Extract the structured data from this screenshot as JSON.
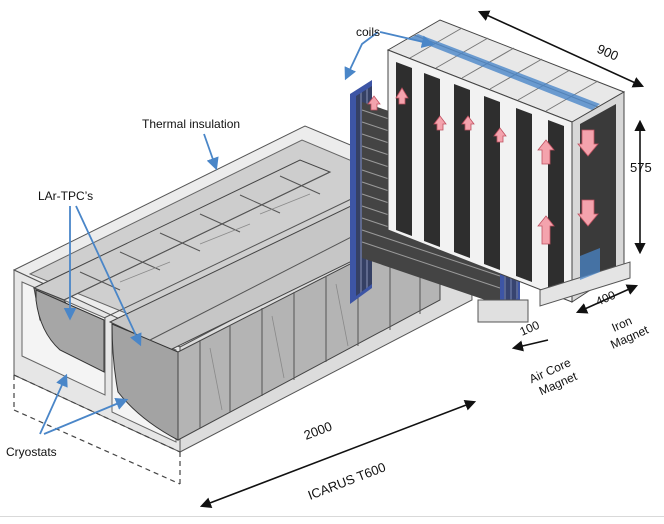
{
  "labels": {
    "coils": "coils",
    "thermal_insulation": "Thermal insulation",
    "lar_tpcs": "LAr-TPC’s",
    "cryostats": "Cryostats",
    "icarus": "ICARUS T600",
    "dim_900": "900",
    "dim_575": "575",
    "dim_400": "400",
    "dim_100": "100",
    "dim_2000": "2000",
    "air_core_line1": "Air Core",
    "air_core_line2": "Magnet",
    "iron_line1": "Iron",
    "iron_line2": "Magnet"
  },
  "colors": {
    "callout_arrow": "#4a86c8",
    "flux_arrow": "#f4a3ad",
    "coil_blue": "#3d55a5",
    "cryostat_gray": "#e3e3e3",
    "tpc_gray": "#a8a8a8"
  }
}
